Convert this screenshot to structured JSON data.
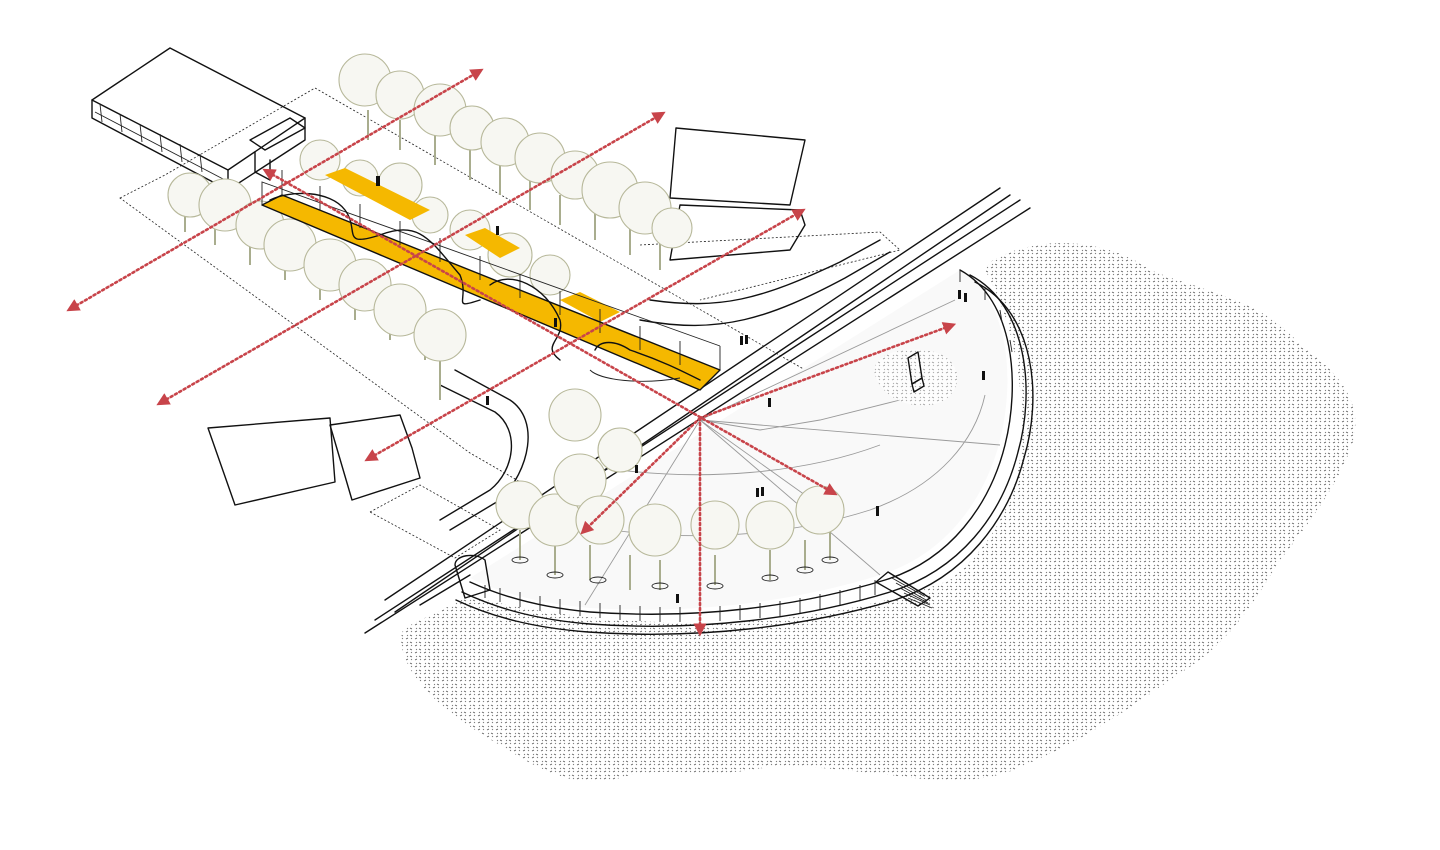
{
  "diagram": {
    "colors": {
      "linework": "#111111",
      "corridor_highlight": "#f5b800",
      "view_arrows": "#c8444a",
      "tree_canopy_fill": "#f7f7f2",
      "tree_canopy_stroke": "#b7b89a",
      "water_texture": "#555555",
      "plaza_paving": "#f9f9f9"
    },
    "elements": [
      {
        "name": "existing-building"
      },
      {
        "name": "linear-pavilion-corridor"
      },
      {
        "name": "tree-rows"
      },
      {
        "name": "semicircular-plaza"
      },
      {
        "name": "monument"
      },
      {
        "name": "waterfront-stairs"
      },
      {
        "name": "water-body"
      },
      {
        "name": "view-axis-arrows"
      },
      {
        "name": "pedestrian-figures"
      }
    ]
  }
}
